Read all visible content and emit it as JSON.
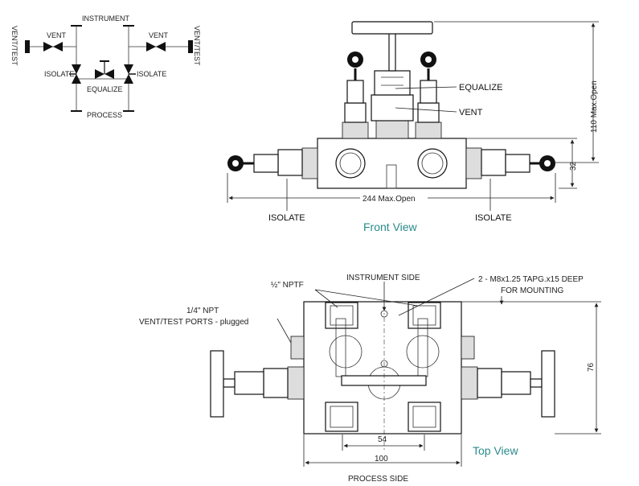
{
  "schematic": {
    "instrument": "INSTRUMENT",
    "process": "PROCESS",
    "vent_left": "VENT",
    "vent_right": "VENT",
    "vent_test_left": "VENT/TEST",
    "vent_test_right": "VENT/TEST",
    "isolate_left": "ISOLATE",
    "isolate_right": "ISOLATE",
    "equalize": "EQUALIZE"
  },
  "front_view": {
    "title": "Front View",
    "equalize": "EQUALIZE",
    "vent": "VENT",
    "isolate_left": "ISOLATE",
    "isolate_right": "ISOLATE",
    "dim_width": "244 Max.Open",
    "dim_height": "110 Max.Open",
    "dim_32": "32"
  },
  "top_view": {
    "title": "Top View",
    "instrument_side": "INSTRUMENT SIDE",
    "process_side": "PROCESS SIDE",
    "npt_half": "½\" NPTF",
    "npt_quarter_line1": "1/4\" NPT",
    "npt_quarter_line2": "VENT/TEST  PORTS - plugged",
    "mounting_line1": "2 - M8x1.25 TAPG.x15 DEEP",
    "mounting_line2": "FOR MOUNTING",
    "dim_54": "54",
    "dim_100": "100",
    "dim_76": "76"
  }
}
